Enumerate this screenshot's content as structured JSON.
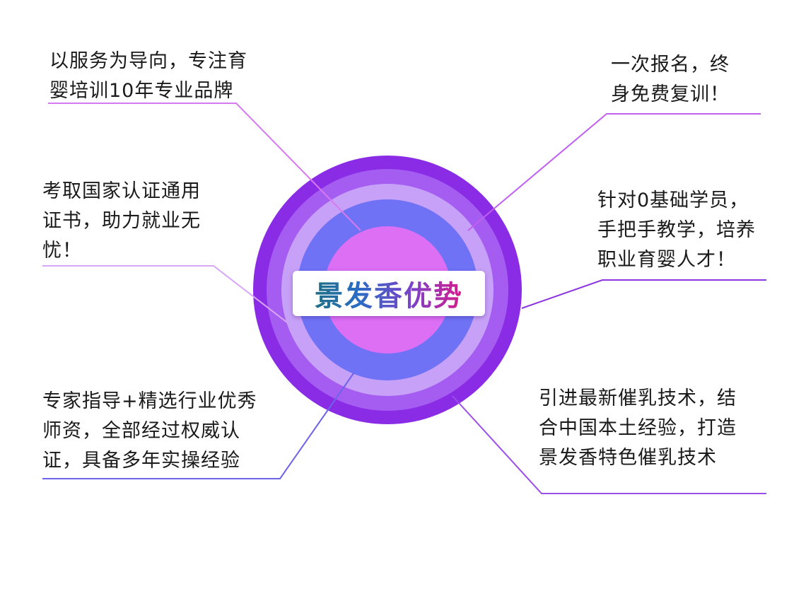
{
  "center": {
    "title": "景发香优势"
  },
  "callouts": {
    "top_left": {
      "lines": [
        "以服务为导向，专注育",
        "婴培训10年专业品牌"
      ]
    },
    "top_right": {
      "lines": [
        "一次报名，终",
        "身免费复训！"
      ]
    },
    "mid_left": {
      "lines": [
        "考取国家认证通用",
        "证书，助力就业无",
        "忧！"
      ]
    },
    "mid_right": {
      "lines": [
        "针对0基础学员，",
        "手把手教学，培养",
        "职业育婴人才！"
      ]
    },
    "bottom_left": {
      "lines": [
        "专家指导+精选行业优秀",
        "师资，全部经过权威认",
        "证，具备多年实操经验"
      ]
    },
    "bottom_right": {
      "lines": [
        "引进最新催乳技术，结",
        "合中国本土经验，打造",
        "景发香特色催乳技术"
      ]
    }
  },
  "colors": {
    "ring_outer": "#8a2be6",
    "ring_2": "#a55cf0",
    "ring_3": "#c7a0f7",
    "ring_4": "#6f72f5",
    "ring_inner": "#dd6ff5",
    "line_pink": "#d77af0",
    "line_purple": "#8b36e0",
    "line_blue": "#6d63e8"
  }
}
